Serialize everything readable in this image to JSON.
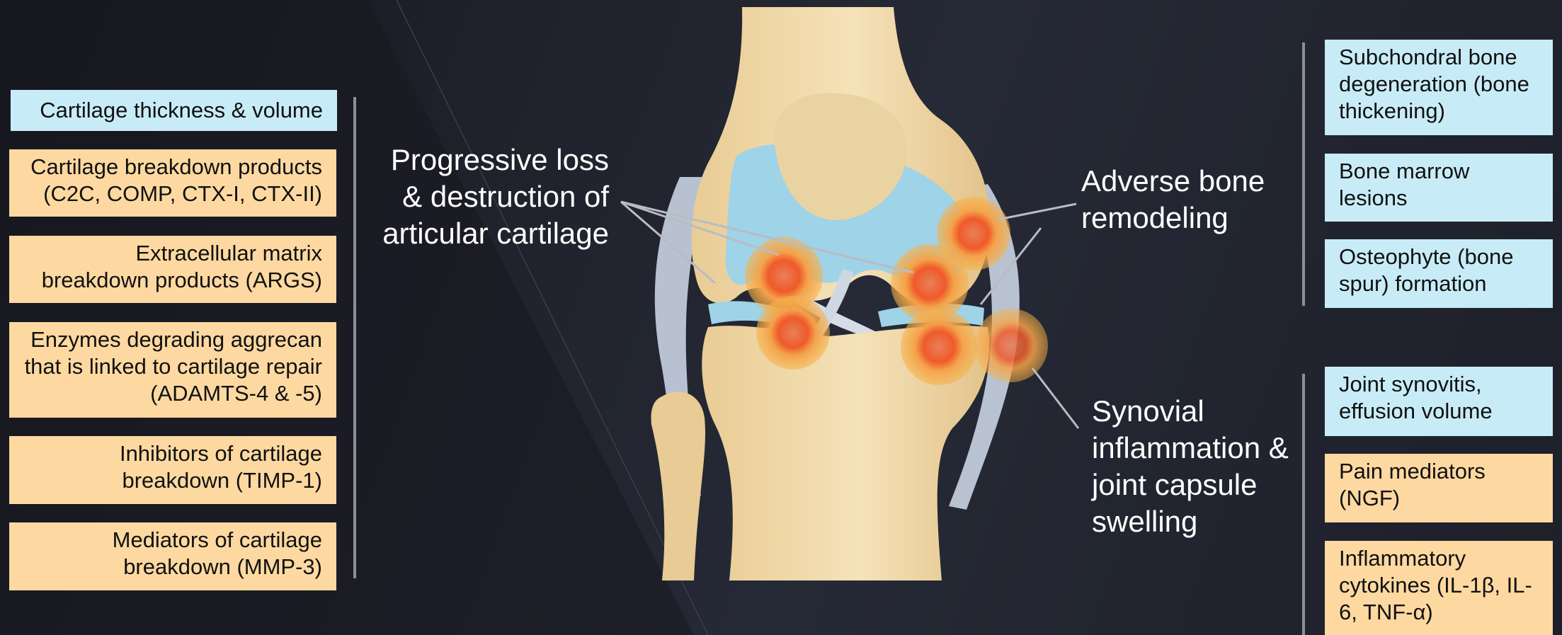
{
  "left_panel": {
    "items": [
      {
        "text": "Cartilage thickness & volume",
        "color": "blue"
      },
      {
        "text": "Cartilage breakdown products (C2C, COMP, CTX-I, CTX-II)",
        "color": "orange"
      },
      {
        "text": "Extracellular matrix breakdown products (ARGS)",
        "color": "orange"
      },
      {
        "text": "Enzymes degrading aggrecan that is linked to cartilage repair (ADAMTS-4 & -5)",
        "color": "orange"
      },
      {
        "text": "Inhibitors of cartilage breakdown (TIMP-1)",
        "color": "orange"
      },
      {
        "text": "Mediators of cartilage breakdown (MMP-3)",
        "color": "orange"
      }
    ]
  },
  "right_top_panel": {
    "items": [
      {
        "text": "Subchondral bone degeneration (bone thickening)",
        "color": "blue"
      },
      {
        "text": "Bone marrow lesions",
        "color": "blue"
      },
      {
        "text": "Osteophyte (bone spur) formation",
        "color": "blue"
      }
    ]
  },
  "right_bottom_panel": {
    "items": [
      {
        "text": "Joint synovitis, effusion volume",
        "color": "blue"
      },
      {
        "text": "Pain mediators (NGF)",
        "color": "orange"
      },
      {
        "text": "Inflammatory cytokines (IL-1β, IL-6, TNF-α)",
        "color": "orange"
      }
    ]
  },
  "callouts": {
    "cartilage": "Progressive loss & destruction of articular cartilage",
    "bone": "Adverse bone remodeling",
    "synovial": "Synovial inflammation & joint capsule swelling"
  },
  "colors": {
    "blue_box": "#c8ecf7",
    "orange_box": "#fdd9a1",
    "bone": "#f1d9a8",
    "cartilage": "#9fd3e8",
    "inflammation": "#f26b3a"
  },
  "icons": [
    "knee-joint-illustration",
    "inflammation-marker"
  ]
}
